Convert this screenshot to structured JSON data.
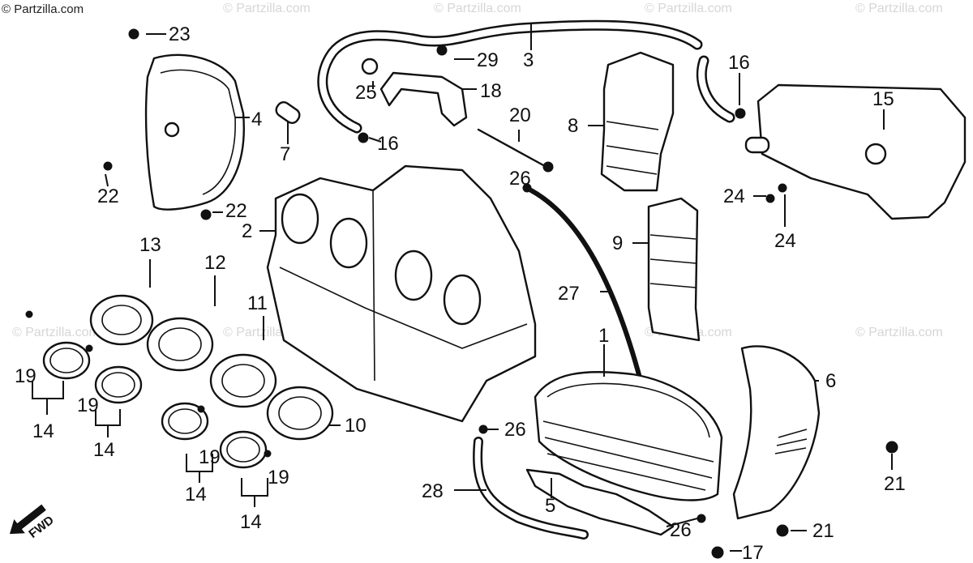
{
  "brand": "© Partzilla.com",
  "watermark": "© Partzilla.com",
  "direction_label": "FWD",
  "callouts": {
    "c1": "1",
    "c2": "2",
    "c3": "3",
    "c4": "4",
    "c5": "5",
    "c6": "6",
    "c7": "7",
    "c8": "8",
    "c9": "9",
    "c10": "10",
    "c11": "11",
    "c12": "12",
    "c13": "13",
    "c15": "15",
    "c16": "16",
    "c17": "17",
    "c18": "18",
    "c20": "20",
    "c21": "21",
    "c22": "22",
    "c23": "23",
    "c25": "25",
    "c26": "26",
    "c27": "27",
    "c28": "28",
    "c29": "29",
    "c14": "14",
    "c19": "19",
    "c24": "24"
  }
}
